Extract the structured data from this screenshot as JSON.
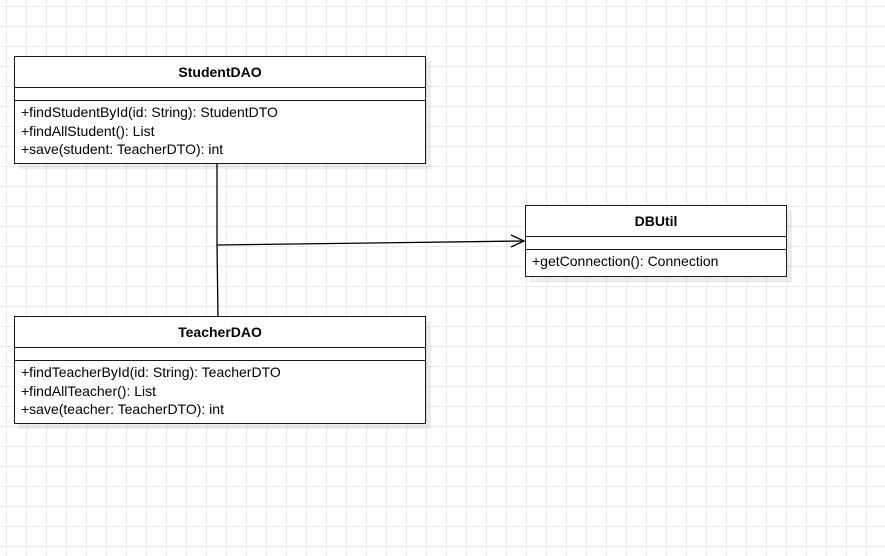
{
  "classes": [
    {
      "id": "student",
      "name": "StudentDAO",
      "attributes": [],
      "operations": [
        "+findStudentById(id: String): StudentDTO",
        "+findAllStudent(): List",
        "+save(student: TeacherDTO): int"
      ]
    },
    {
      "id": "dbutil",
      "name": "DBUtil",
      "attributes": [],
      "operations": [
        "+getConnection(): Connection"
      ]
    },
    {
      "id": "teacher",
      "name": "TeacherDAO",
      "attributes": [],
      "operations": [
        "+findTeacherById(id: String): TeacherDTO",
        "+findAllTeacher(): List",
        "+save(teacher: TeacherDTO): int"
      ]
    }
  ],
  "relations": [
    {
      "from": "student",
      "to": "dbutil",
      "type": "dependency-arrow"
    },
    {
      "from": "teacher",
      "to": "dbutil",
      "type": "dependency-arrow"
    }
  ]
}
